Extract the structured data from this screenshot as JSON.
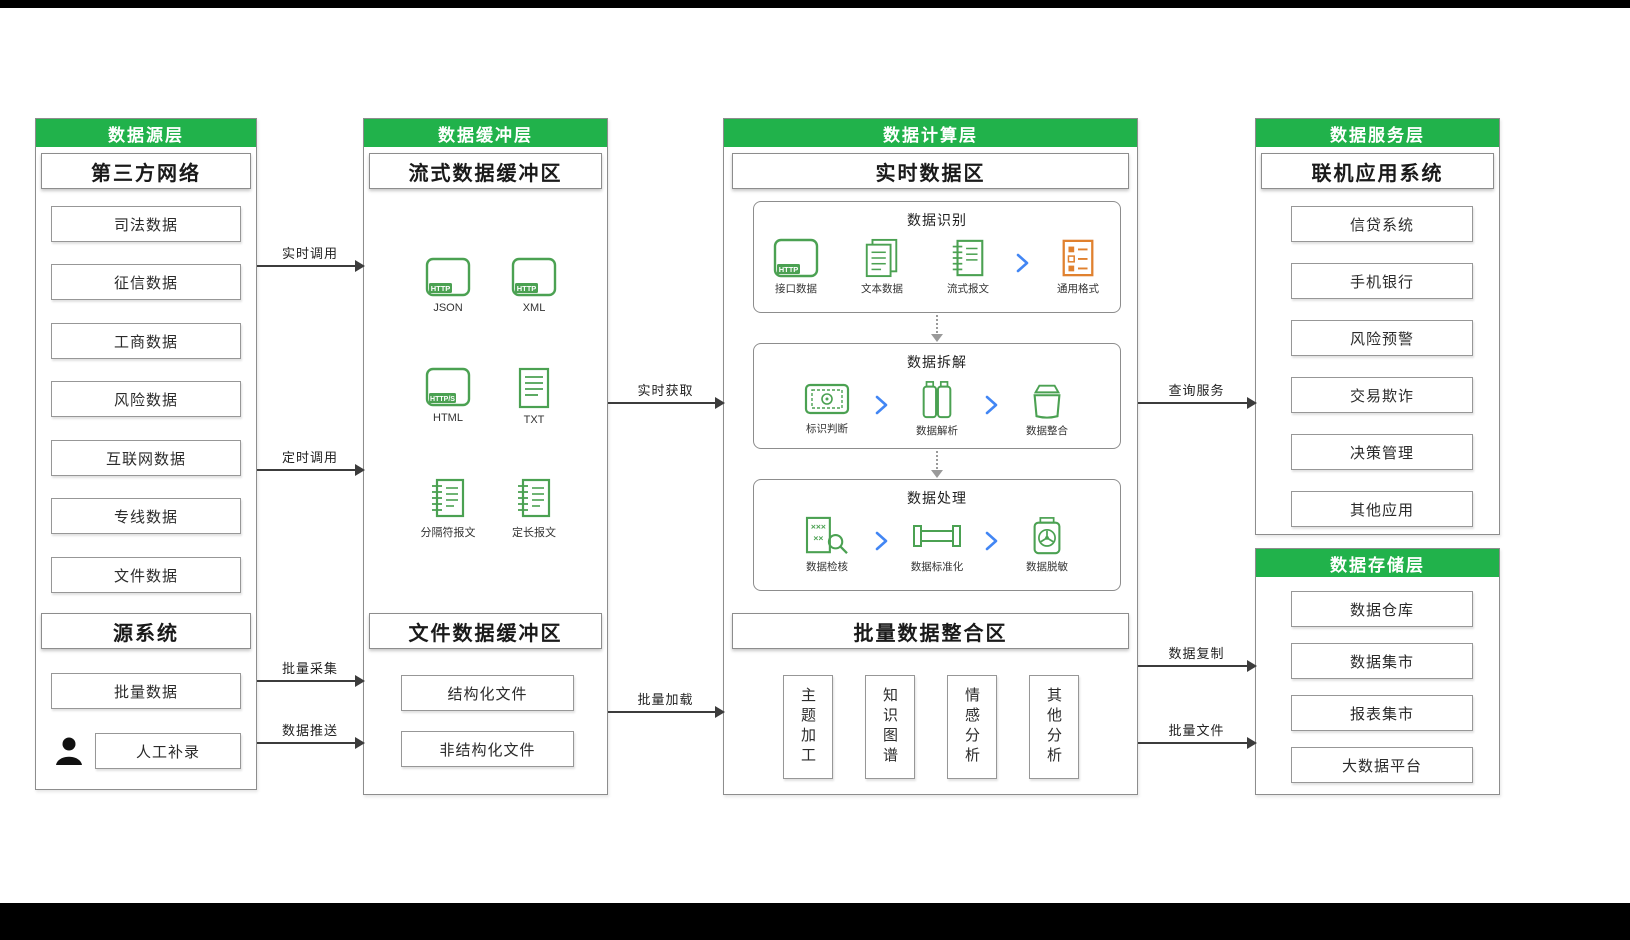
{
  "colors": {
    "header_green": "#21b24b",
    "icon_green": "#4ba152",
    "accent_orange": "#e0812f",
    "chevron_blue": "#4286f4"
  },
  "source_layer": {
    "header": "数据源层",
    "section1": {
      "title": "第三方网络",
      "items": [
        "司法数据",
        "征信数据",
        "工商数据",
        "风险数据",
        "互联网数据",
        "专线数据",
        "文件数据"
      ]
    },
    "section2": {
      "title": "源系统",
      "items": [
        "批量数据",
        "人工补录"
      ]
    }
  },
  "buffer_layer": {
    "header": "数据缓冲层",
    "stream_section": {
      "title": "流式数据缓冲区",
      "icons": [
        {
          "name": "json",
          "label": "JSON",
          "badge": "HTTP"
        },
        {
          "name": "xml",
          "label": "XML",
          "badge": "HTTP"
        },
        {
          "name": "html",
          "label": "HTML",
          "badge": "HTTP/S"
        },
        {
          "name": "txt",
          "label": "TXT"
        },
        {
          "name": "delimited-message",
          "label": "分隔符报文"
        },
        {
          "name": "fixed-length-message",
          "label": "定长报文"
        }
      ]
    },
    "file_section": {
      "title": "文件数据缓冲区",
      "items": [
        "结构化文件",
        "非结构化文件"
      ]
    }
  },
  "compute_layer": {
    "header": "数据计算层",
    "realtime_section": {
      "title": "实时数据区",
      "stage1": {
        "title": "数据识别",
        "http_badge": "HTTP",
        "items": [
          "接口数据",
          "文本数据",
          "流式报文",
          "通用格式"
        ]
      },
      "stage2": {
        "title": "数据拆解",
        "items": [
          "标识判断",
          "数据解析",
          "数据整合"
        ]
      },
      "stage3": {
        "title": "数据处理",
        "items": [
          "数据检核",
          "数据标准化",
          "数据脱敏"
        ]
      }
    },
    "batch_section": {
      "title": "批量数据整合区",
      "items": [
        "主题加工",
        "知识图谱",
        "情感分析",
        "其他分析"
      ]
    }
  },
  "service_layer": {
    "header": "数据服务层",
    "section_title": "联机应用系统",
    "items": [
      "信贷系统",
      "手机银行",
      "风险预警",
      "交易欺诈",
      "决策管理",
      "其他应用"
    ]
  },
  "storage_layer": {
    "header": "数据存储层",
    "items": [
      "数据仓库",
      "数据集市",
      "报表集市",
      "大数据平台"
    ]
  },
  "arrows": {
    "realtime_call": "实时调用",
    "timed_call": "定时调用",
    "batch_collect": "批量采集",
    "data_push": "数据推送",
    "realtime_fetch": "实时获取",
    "batch_load": "批量加载",
    "query_service": "查询服务",
    "data_copy": "数据复制",
    "batch_file": "批量文件"
  }
}
